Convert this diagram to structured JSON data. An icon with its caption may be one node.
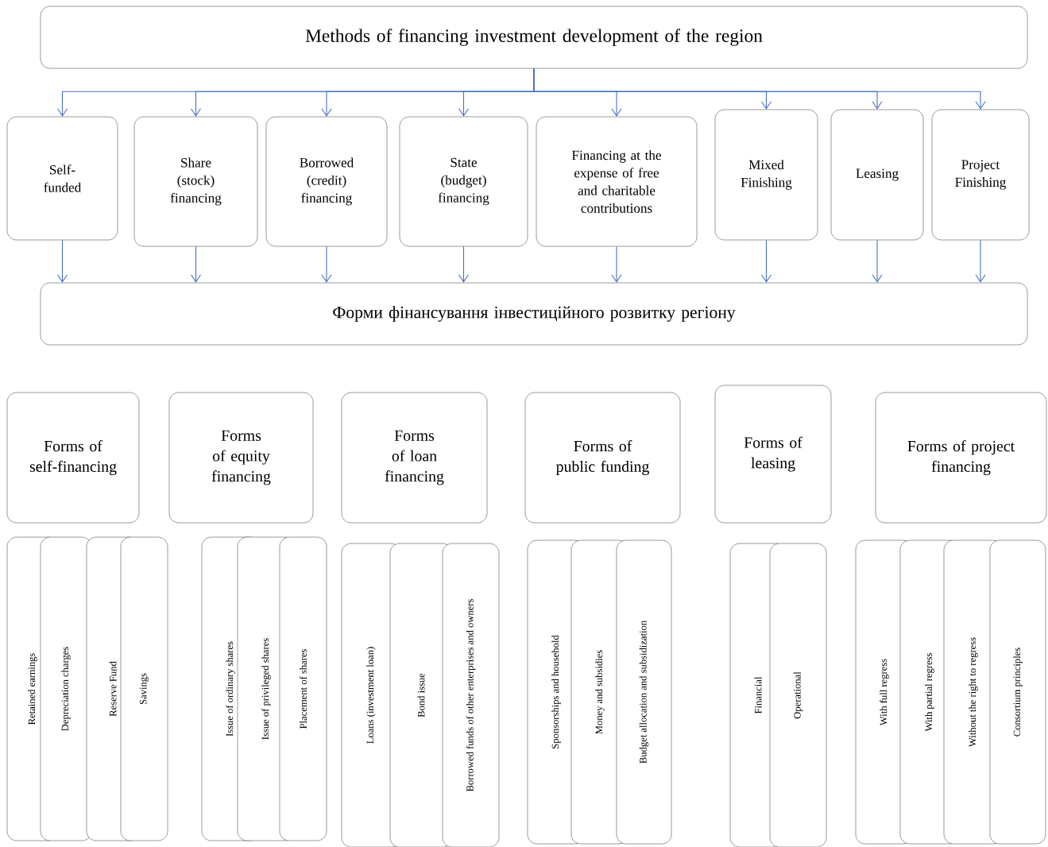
{
  "diagram": {
    "nodes": [
      {
        "text": [
          "Methods of financing investment development of the region"
        ]
      },
      {
        "text": [
          "Self-funded"
        ]
      },
      {
        "text": [
          "Share (stock) financing"
        ]
      },
      {
        "text": [
          "Borrowed (credit) financing"
        ]
      },
      {
        "text": [
          "State (budget) financing"
        ]
      },
      {
        "text": [
          "Financing at the expense of free and charitable contributions"
        ]
      },
      {
        "text": [
          "Mixed Finishing"
        ]
      },
      {
        "text": [
          "Leasing"
        ]
      },
      {
        "text": [
          "Project Finishing"
        ]
      },
      {
        "text": [
          "Форми фінансування інвестиційного розвитку регіону"
        ]
      },
      {
        "text": [
          "Forms of self-financing"
        ]
      },
      {
        "text": [
          "Forms of equity financing"
        ]
      },
      {
        "text": [
          "Forms of loan financing"
        ]
      },
      {
        "text": [
          "Forms of public funding"
        ]
      },
      {
        "text": [
          "Forms of leasing"
        ]
      },
      {
        "text": [
          "Forms of project financing"
        ]
      },
      {
        "text": [
          "Retained earnings"
        ]
      },
      {
        "text": [
          "Depreciation charges"
        ]
      },
      {
        "text": [
          "Reserve Fund"
        ]
      },
      {
        "text": [
          "Savings"
        ]
      },
      {
        "text": [
          "Issue of ordinary shares"
        ]
      },
      {
        "text": [
          "Issue of privileged shares"
        ]
      },
      {
        "text": [
          "Placement of shares"
        ]
      },
      {
        "text": [
          "Loans (investment loan)"
        ]
      },
      {
        "text": [
          "Bond issue"
        ]
      },
      {
        "text": [
          "Borrowed funds of other enterprises and owners"
        ]
      },
      {
        "text": [
          "Sponsorships and household"
        ]
      },
      {
        "text": [
          "Money and subsidies"
        ]
      },
      {
        "text": [
          "Budget allocation and subsidization"
        ]
      },
      {
        "text": [
          "Financial"
        ]
      },
      {
        "text": [
          "Operational"
        ]
      },
      {
        "text": [
          "With full regress"
        ]
      },
      {
        "text": [
          "With partial regress"
        ]
      },
      {
        "text": [
          "Without the right to regress"
        ]
      },
      {
        "text": [
          "Consortium principles"
        ]
      }
    ],
    "edges": [
      {
        "from": 0,
        "to": 1,
        "arrow": "to"
      },
      {
        "from": 0,
        "to": 2,
        "arrow": "to"
      },
      {
        "from": 0,
        "to": 3,
        "arrow": "to"
      },
      {
        "from": 0,
        "to": 4,
        "arrow": "to"
      },
      {
        "from": 0,
        "to": 5,
        "arrow": "to"
      },
      {
        "from": 0,
        "to": 6,
        "arrow": "to"
      },
      {
        "from": 0,
        "to": 7,
        "arrow": "to"
      },
      {
        "from": 0,
        "to": 8,
        "arrow": "to"
      },
      {
        "from": 1,
        "to": 9,
        "arrow": "to"
      },
      {
        "from": 2,
        "to": 9,
        "arrow": "to"
      },
      {
        "from": 3,
        "to": 9,
        "arrow": "to"
      },
      {
        "from": 4,
        "to": 9,
        "arrow": "to"
      },
      {
        "from": 5,
        "to": 9,
        "arrow": "to"
      },
      {
        "from": 6,
        "to": 9,
        "arrow": "to"
      },
      {
        "from": 7,
        "to": 9,
        "arrow": "to"
      },
      {
        "from": 8,
        "to": 9,
        "arrow": "to"
      }
    ]
  }
}
